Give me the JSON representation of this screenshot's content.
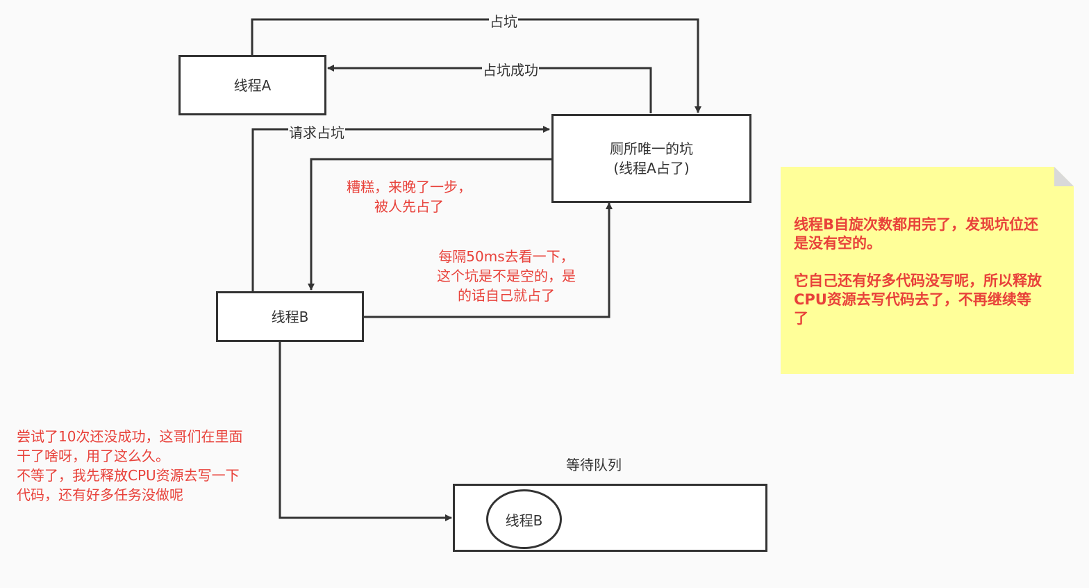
{
  "nodes": {
    "thread_a": "线程A",
    "toilet": "厕所唯一的坑\n(线程A占了)",
    "thread_b": "线程B",
    "queue_label": "等待队列",
    "queue_member": "线程B"
  },
  "edges": {
    "occupy": "占坑",
    "occupy_success": "占坑成功",
    "request_occupy": "请求占坑"
  },
  "notes": {
    "too_late": "糟糕，来晚了一步，\n被人先占了",
    "check_every": "每隔50ms去看一下，\n这个坑是不是空的，是\n的话自己就占了",
    "give_up": "尝试了10次还没成功，这哥们在里面\n干了啥呀，用了这么久。\n不等了，我先释放CPU资源去写一下\n代码，还有好多任务没做呢"
  },
  "sticky_note": {
    "text": "线程B自旋次数都用完了，发现坑位还\n是没有空的。\n\n它自己还有好多代码没写呢，所以释放\nCPU资源去写代码去了，不再继续等\n了"
  },
  "colors": {
    "line": "#333333",
    "note_text": "#e8413a",
    "sticky_background": "#ffff99"
  }
}
